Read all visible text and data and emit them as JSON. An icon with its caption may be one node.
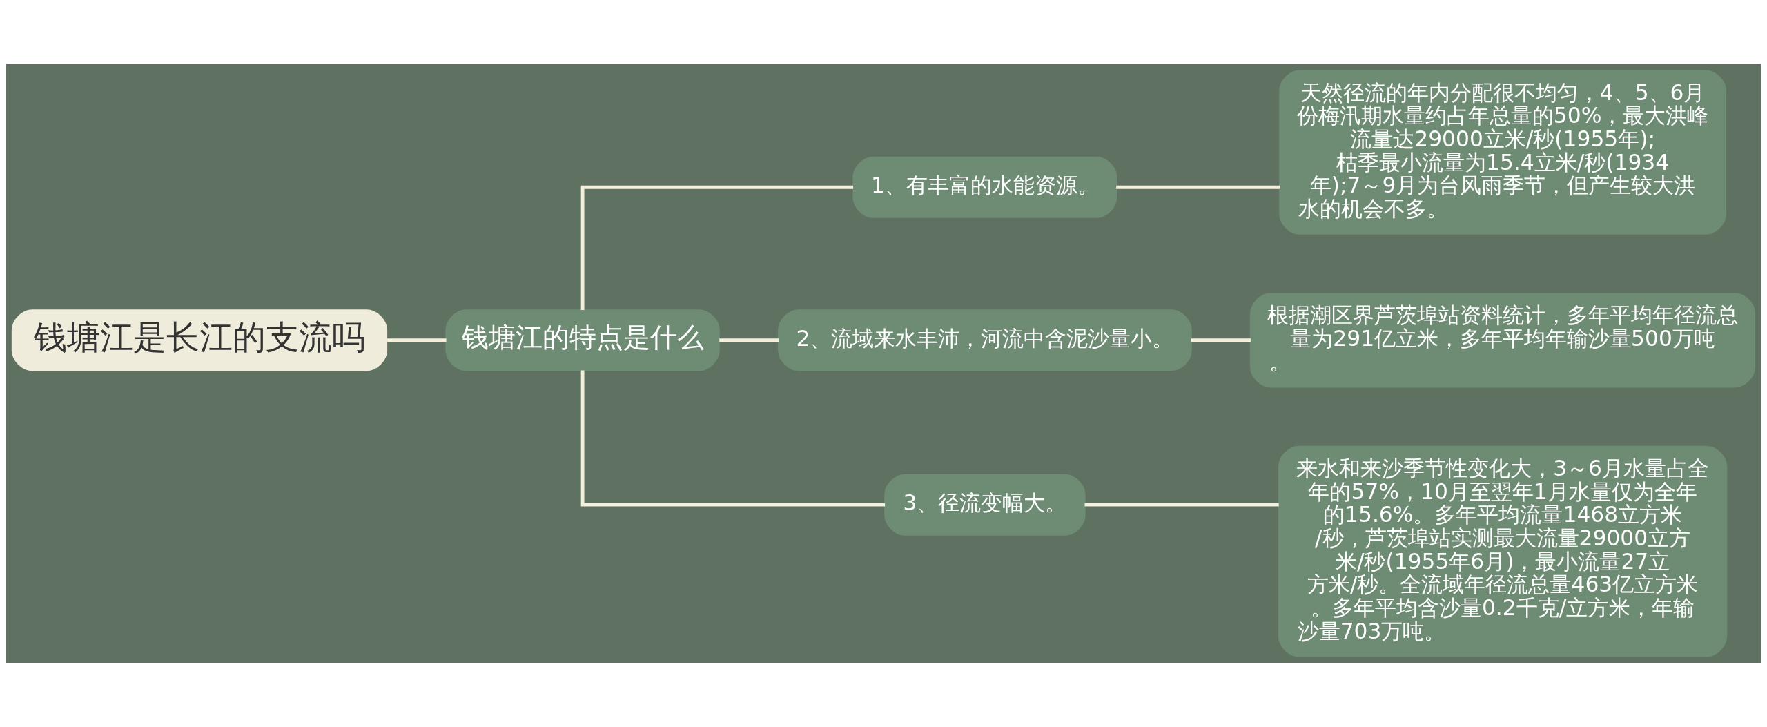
{
  "diagram": {
    "nodes": [
      {
        "text": [
          "钱塘江是长江的支流吗"
        ]
      },
      {
        "text": [
          "钱塘江的特点是什么"
        ]
      },
      {
        "text": [
          "1、有丰富的水能资源。"
        ]
      },
      {
        "text": [
          "天然径流的年内分配很不均匀，4、5、6月份梅汛期水量约占年总量的50%，最大洪峰流量达29000立米/秒(1955年);枯季最小流量为15.4立米/秒(1934年);7～9月为台风雨季节，但产生较大洪水的机会不多。"
        ]
      },
      {
        "text": [
          "2、流域来水丰沛，河流中含泥沙量小。"
        ]
      },
      {
        "text": [
          "根据潮区界芦茨埠站资料统计，多年平均年径流总量为291亿立米，多年平均年输沙量500万吨。"
        ]
      },
      {
        "text": [
          "3、径流变幅大。"
        ]
      },
      {
        "text": [
          "来水和来沙季节性变化大，3～6月水量占全年的57%，10月至翌年1月水量仅为全年的15.6%。多年平均流量1468立方米/秒，芦茨埠站实测最大流量29000立方米/秒(1955年6月)，最小流量27立方米/秒。全流域年径流总量463亿立方米。多年平均含沙量0.2千克/立方米，年输沙量703万吨。"
        ]
      }
    ],
    "edges": [
      {
        "from": 0,
        "to": 1,
        "arrow": "none"
      },
      {
        "from": 1,
        "to": 2,
        "arrow": "none"
      },
      {
        "from": 1,
        "to": 4,
        "arrow": "none"
      },
      {
        "from": 1,
        "to": 6,
        "arrow": "none"
      },
      {
        "from": 2,
        "to": 3,
        "arrow": "none"
      },
      {
        "from": 4,
        "to": 5,
        "arrow": "none"
      },
      {
        "from": 6,
        "to": 7,
        "arrow": "none"
      }
    ]
  }
}
